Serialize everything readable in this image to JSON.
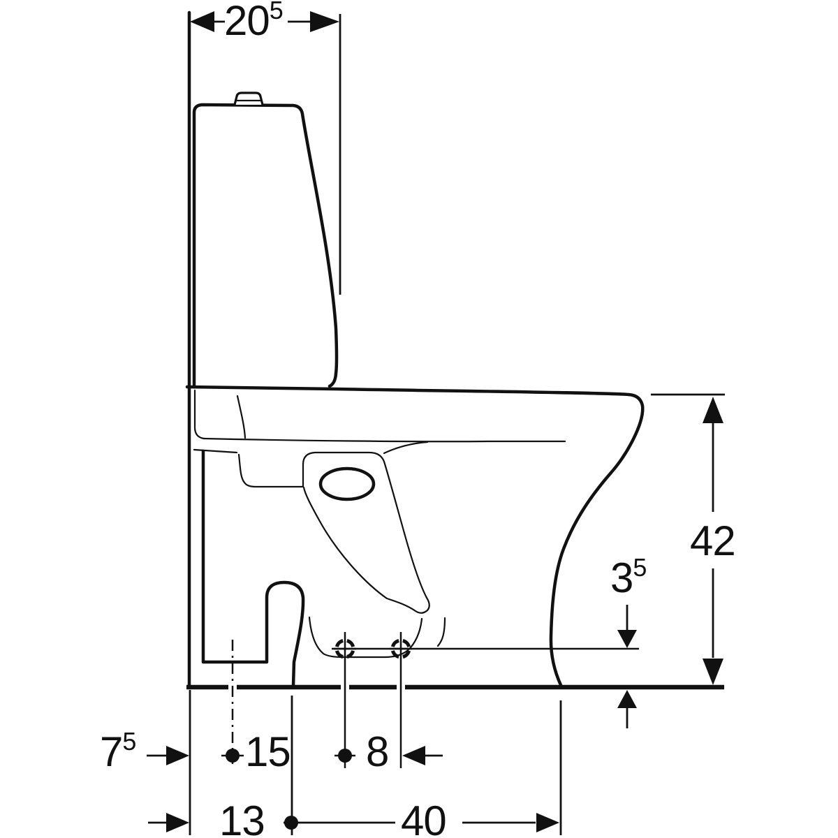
{
  "drawing": {
    "kind": "toilet-side-view-dimension-drawing",
    "colors": {
      "line": "#111111",
      "background": "#ffffff"
    },
    "dimensions": {
      "cistern_depth": {
        "main": "20",
        "sup": "5"
      },
      "bowl_height": {
        "main": "42",
        "sup": ""
      },
      "fixing_height": {
        "main": "3",
        "sup": "5"
      },
      "outlet_offset": {
        "main": "7",
        "sup": "5"
      },
      "dim_15": {
        "main": "15",
        "sup": ""
      },
      "dim_8": {
        "main": "8",
        "sup": ""
      },
      "dim_13": {
        "main": "13",
        "sup": ""
      },
      "dim_40": {
        "main": "40",
        "sup": ""
      }
    }
  }
}
